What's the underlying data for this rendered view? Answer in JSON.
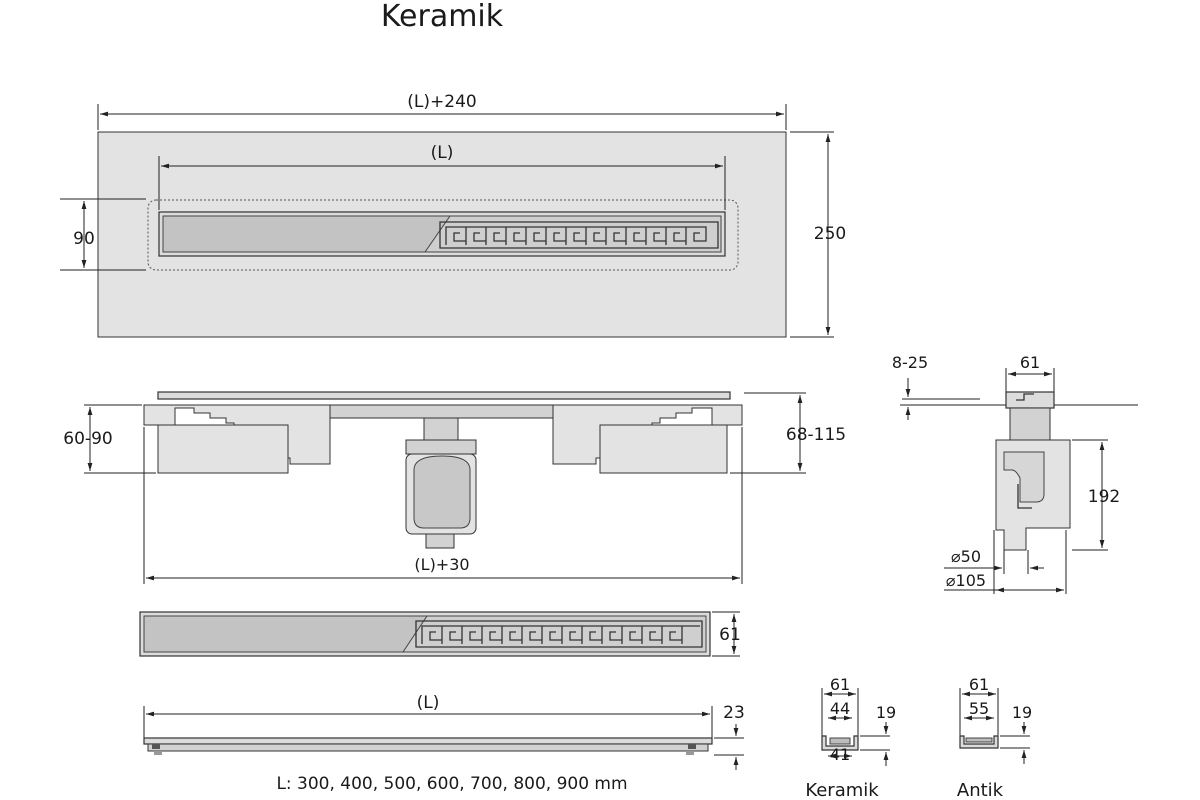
{
  "title": "Keramik",
  "top_view": {
    "overall_length": "(L)+240",
    "channel_length": "(L)",
    "channel_width": "90",
    "height": "250"
  },
  "side_view": {
    "left_height": "60-90",
    "right_height": "68-115",
    "body_length": "(L)+30"
  },
  "grate_view": {
    "width": "61"
  },
  "profile_view": {
    "length": "(L)",
    "height": "23",
    "lengths_note": "L: 300, 400, 500, 600, 700, 800, 900 mm"
  },
  "trap_section": {
    "adjust": "8-25",
    "width": "61",
    "depth": "192",
    "outlet_diameter": "⌀50",
    "body_diameter": "⌀105"
  },
  "keramik_profile": {
    "outer": "61",
    "inner_top": "44",
    "inner_bottom": "41",
    "height": "19",
    "label": "Keramik"
  },
  "antik_profile": {
    "outer": "61",
    "inner": "55",
    "height": "19",
    "label": "Antik"
  }
}
